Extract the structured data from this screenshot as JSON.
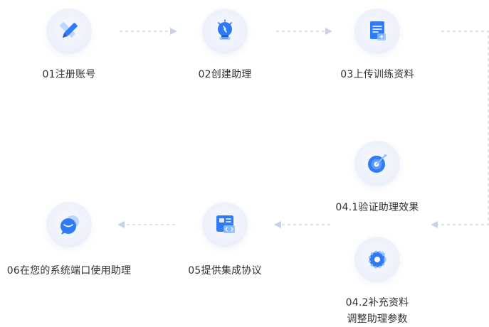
{
  "flow": {
    "steps": [
      {
        "label": "01注册账号",
        "icon": "pen-ruler-icon"
      },
      {
        "label": "02创建助理",
        "icon": "lightbulb-icon"
      },
      {
        "label": "03上传训练资料",
        "icon": "document-upload-icon"
      },
      {
        "label": "04.1验证助理效果",
        "icon": "target-icon"
      },
      {
        "label": "04.2补充资料",
        "label2": "调整助理参数",
        "icon": "gear-sparkle-icon"
      },
      {
        "label": "05提供集成协议",
        "icon": "code-panel-icon"
      },
      {
        "label": "06在您的系统端口使用助理",
        "icon": "chat-bubble-icon"
      }
    ]
  },
  "colors": {
    "accent": "#2f7bf6",
    "accent_light": "#8fc0ff",
    "connector": "#c9d2e3",
    "text": "#2f3136"
  }
}
